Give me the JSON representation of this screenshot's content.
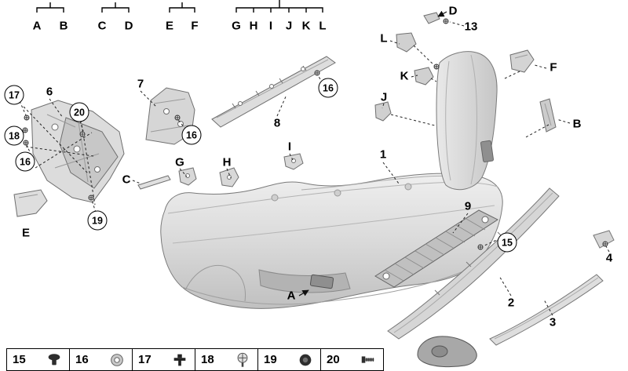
{
  "top_row": {
    "letters": [
      "A",
      "B",
      "C",
      "D",
      "E",
      "F",
      "G",
      "H",
      "I",
      "J",
      "K",
      "L"
    ]
  },
  "callouts": {
    "plain": [
      {
        "label": "6"
      },
      {
        "label": "7"
      },
      {
        "label": "8"
      },
      {
        "label": "1"
      },
      {
        "label": "9"
      },
      {
        "label": "2"
      },
      {
        "label": "3"
      },
      {
        "label": "4"
      },
      {
        "label": "13"
      },
      {
        "label": "C"
      },
      {
        "label": "E"
      },
      {
        "label": "G"
      },
      {
        "label": "H"
      },
      {
        "label": "I"
      },
      {
        "label": "A"
      },
      {
        "label": "L"
      },
      {
        "label": "K"
      },
      {
        "label": "J"
      },
      {
        "label": "F"
      },
      {
        "label": "B"
      },
      {
        "label": "D"
      }
    ],
    "circled": [
      {
        "label": "17"
      },
      {
        "label": "18"
      },
      {
        "label": "16"
      },
      {
        "label": "20"
      },
      {
        "label": "19"
      },
      {
        "label": "16"
      },
      {
        "label": "16"
      },
      {
        "label": "15"
      }
    ]
  },
  "legend": {
    "items": [
      {
        "number": "15",
        "icon": "push-rivet-icon"
      },
      {
        "number": "16",
        "icon": "grommet-icon"
      },
      {
        "number": "17",
        "icon": "expanding-clip-icon"
      },
      {
        "number": "18",
        "icon": "screw-washer-icon"
      },
      {
        "number": "19",
        "icon": "cap-plug-icon"
      },
      {
        "number": "20",
        "icon": "tapping-screw-icon"
      }
    ]
  },
  "colors": {
    "line": "#222222",
    "part_fill_light": "#e3e3e3",
    "part_fill_mid": "#d2d2d2",
    "part_fill_dark": "#9e9e9e",
    "background": "#ffffff"
  }
}
